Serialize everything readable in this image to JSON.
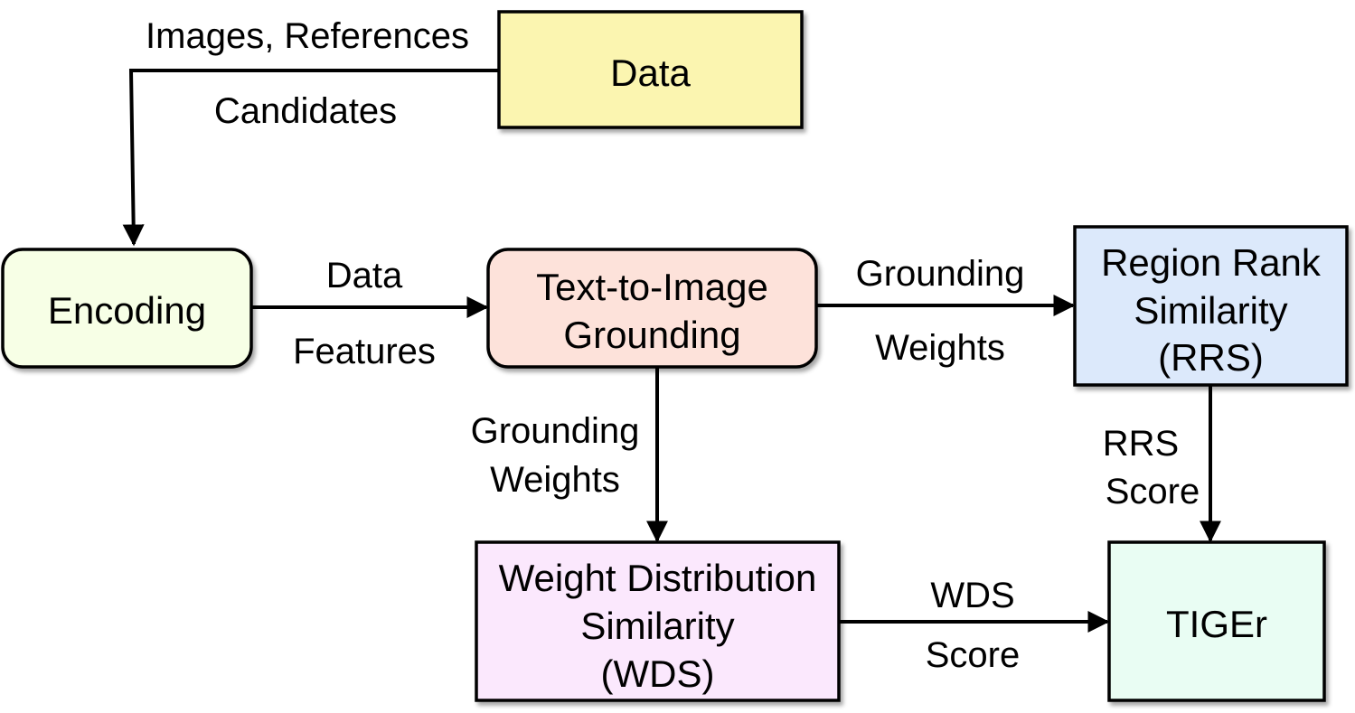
{
  "nodes": {
    "data": {
      "lines": [
        "Data"
      ],
      "fill": "#fbf5b0"
    },
    "encoding": {
      "lines": [
        "Encoding"
      ],
      "fill": "#f7ffe6"
    },
    "grounding": {
      "lines": [
        "Text-to-Image",
        "Grounding"
      ],
      "fill": "#fde2da"
    },
    "rrs": {
      "lines": [
        "Region Rank",
        "Similarity",
        "(RRS)"
      ],
      "fill": "#dce9fb"
    },
    "wds": {
      "lines": [
        "Weight Distribution",
        "Similarity",
        "(WDS)"
      ],
      "fill": "#fbe8fd"
    },
    "tiger": {
      "lines": [
        "TIGEr"
      ],
      "fill": "#e9fdf3"
    }
  },
  "edges": {
    "data_to_encoding": {
      "labels": [
        "Images, References",
        "Candidates"
      ]
    },
    "encoding_to_grounding": {
      "labels": [
        "Data",
        "Features"
      ]
    },
    "grounding_to_rrs": {
      "labels": [
        "Grounding",
        "Weights"
      ]
    },
    "grounding_to_wds": {
      "labels": [
        "Grounding",
        "Weights"
      ]
    },
    "rrs_to_tiger": {
      "labels": [
        "RRS",
        "Score"
      ]
    },
    "wds_to_tiger": {
      "labels": [
        "WDS",
        "Score"
      ]
    }
  }
}
